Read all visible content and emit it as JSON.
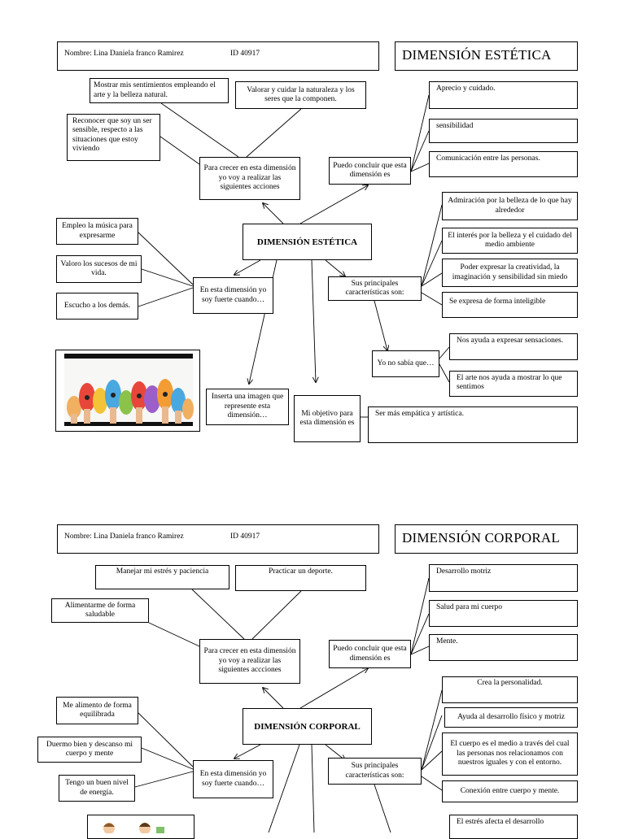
{
  "maps": [
    {
      "nombre": "Nombre: Lina Daniela franco Ramirez",
      "id": "ID 40917",
      "titulo": "DIMENSIÓN ESTÉTICA",
      "centro": "DIMENSIÓN ESTÉTICA",
      "crecer_label": "Para crecer en esta dimensión yo voy a realizar las siguientes acciones",
      "acciones": [
        "Mostrar mis sentimientos empleando el arte y la belleza natural.",
        "Valorar y cuidar la naturaleza y los seres que la componen.",
        "Reconocer que soy un ser sensible, respecto a las situaciones que estoy viviendo"
      ],
      "concluir_label": "Puedo concluir que esta dimensión es",
      "conclusiones": [
        "Aprecio y cuidado.",
        "sensibilidad",
        "Comunicación entre las personas."
      ],
      "caracteristicas_label": "Sus principales características son:",
      "caracteristicas": [
        "Admiración por la belleza de lo que hay alrededor",
        "El interés por la belleza y el cuidado del medio ambiente",
        "Poder expresar la creatividad, la imaginación y sensibilidad sin miedo",
        "Se expresa de forma inteligible"
      ],
      "fuerte_label": "En esta dimensión yo soy fuerte cuando…",
      "fortalezas": [
        "Empleo la música para expresarme",
        "Valoro los sucesos de mi vida.",
        "Escucho a los demás."
      ],
      "nosabia_label": "Yo no sabía que…",
      "nosabia": [
        "Nos ayuda a expresar sensaciones.",
        "El arte nos ayuda a mostrar lo que sentimos"
      ],
      "imagen_label": "Inserta una imagen que represente esta dimensión…",
      "objetivo_label": "Mi objetivo para esta dimensión es",
      "objetivo": "Ser más empática y artística."
    },
    {
      "nombre": "Nombre: Lina Daniela franco Ramirez",
      "id": "ID 40917",
      "titulo": "DIMENSIÓN CORPORAL",
      "centro": "DIMENSIÓN CORPORAL",
      "crecer_label": "Para crecer en esta dimensión yo voy a realizar las siguientes accciones",
      "acciones": [
        "Manejar mi estrés y paciencia",
        "Practicar un deporte.",
        "Alimentarme de forma saludable"
      ],
      "concluir_label": "Puedo concluir que esta dimensión es",
      "conclusiones": [
        "Desarrollo motriz",
        "Salud para mi cuerpo",
        "Mente."
      ],
      "caracteristicas_label": "Sus principales características son:",
      "caracteristicas": [
        "Crea la personalidad.",
        "Ayuda al desarrollo físico y motriz",
        "El cuerpo es el medio a través del cual las personas nos relacionamos con nuestros iguales y con el entorno.",
        "Conexión entre cuerpo y mente."
      ],
      "fuerte_label": "En esta dimensión yo soy fuerte cuando…",
      "fortalezas": [
        "Me alimento de forma equilibrada",
        "Duermo bien y descanso mi cuerpo y mente",
        "Tengo un buen nivel de energía."
      ],
      "nosabia_partial": "El estrés afecta el desarrollo"
    }
  ],
  "colors": {
    "line": "#000000",
    "border": "#000000",
    "background": "#ffffff"
  }
}
